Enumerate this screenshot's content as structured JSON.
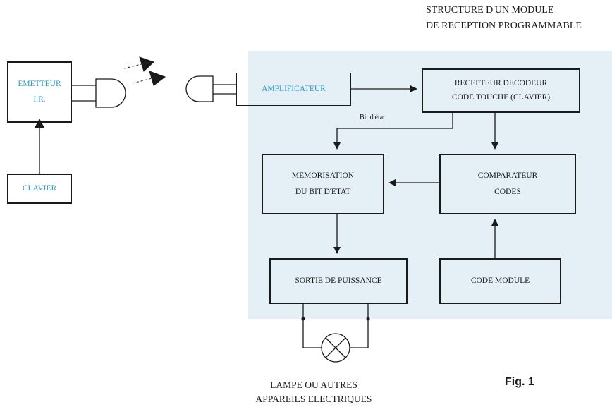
{
  "title": {
    "line1": "STRUCTURE D'UN MODULE",
    "line2": "DE RECEPTION PROGRAMMABLE"
  },
  "blocks": {
    "emetteur": {
      "line1": "EMETTEUR",
      "line2": "I.R."
    },
    "clavier": "CLAVIER",
    "amplificateur": "AMPLIFICATEUR",
    "recepteur": {
      "line1": "RECEPTEUR DECODEUR",
      "line2": "CODE TOUCHE (CLAVIER)"
    },
    "memorisation": {
      "line1": "MEMORISATION",
      "line2": "DU BIT D'ETAT"
    },
    "comparateur": {
      "line1": "COMPARATEUR",
      "line2": "CODES"
    },
    "sortie": "SORTIE DE PUISSANCE",
    "code_module": "CODE MODULE"
  },
  "edge_label": "Bit d'état",
  "load_caption": {
    "line1": "LAMPE OU AUTRES",
    "line2": "APPAREILS ELECTRIQUES"
  },
  "figure_label": "Fig. 1",
  "colors": {
    "panel": "#e4f0f6",
    "block_text_blue": "#2f9bc8",
    "line": "#1a1a1a"
  }
}
